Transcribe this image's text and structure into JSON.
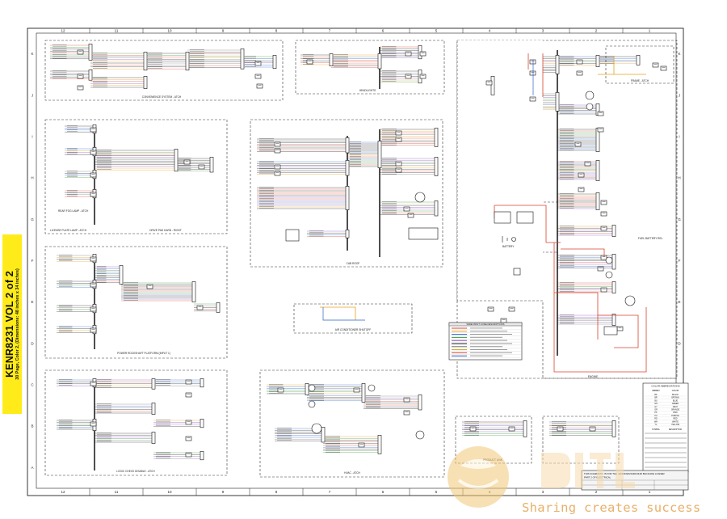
{
  "side_label": {
    "title": "KENR8231 VOL 2 of 2",
    "subtitle": "30 Page, Color 2, (Dimensions: 48 inches x 34 inches)"
  },
  "border": {
    "columns": [
      "12",
      "11",
      "10",
      "9",
      "8",
      "7",
      "6",
      "5",
      "4",
      "3",
      "2",
      "1"
    ],
    "rows": [
      "K",
      "J",
      "I",
      "H",
      "G",
      "F",
      "E",
      "D",
      "C",
      "B",
      "A"
    ]
  },
  "sections": {
    "convenience": "CONVENIENCE SYSTEM - ATCH",
    "headlights": "HEADLIGHTS",
    "license": "LICENSE PLATE LAMP - ATCH",
    "rear_fog": "REAR FOG LAMP - ATCH",
    "drive_pad": "DRIVE PAD HARN - RIGHT",
    "cab_roof": "CAB ROOF",
    "power_platform": "POWER ROCKSHAFT PLATFORM (INPUT 1)",
    "air_conditioner": "AIR CONDITIONER SHUTOFF",
    "logic": "LOGIC CHECK DISABLE - ATCH",
    "hvac": "HVAC - ATCH",
    "engine": "ENGINE",
    "frame": "FRAME - ATCH",
    "battery": "BATTERY",
    "fuel_battery": "FUEL BATTERY REL",
    "product_link": "PRODUCT LINK"
  },
  "wire_table": {
    "title": "WIRE PRINT CODE DESCRIPTIONS"
  },
  "color_table": {
    "title": "COLOR ABBREVIATIONS",
    "headers": [
      "ABBREV",
      "COLOR"
    ],
    "rows": [
      [
        "BK",
        "BLACK"
      ],
      [
        "BR",
        "BROWN"
      ],
      [
        "BU",
        "BLUE"
      ],
      [
        "GN",
        "GREEN"
      ],
      [
        "GY",
        "GRAY"
      ],
      [
        "OR",
        "ORANGE"
      ],
      [
        "PK",
        "PINK"
      ],
      [
        "PU",
        "PURPLE"
      ],
      [
        "RD",
        "RED"
      ],
      [
        "WH",
        "WHITE"
      ],
      [
        "YL",
        "YELLOW"
      ]
    ],
    "symbols_header": [
      "SYMBOL",
      "DESCRIPTION"
    ]
  },
  "title_block": {
    "line1": "THIS SCHEMATIC IS FOR THE 420D/432D/442D/444D BACKHOE LOADER",
    "line2": "PART 2 OF ELECTRICAL"
  },
  "watermark": "Sharing creates success"
}
